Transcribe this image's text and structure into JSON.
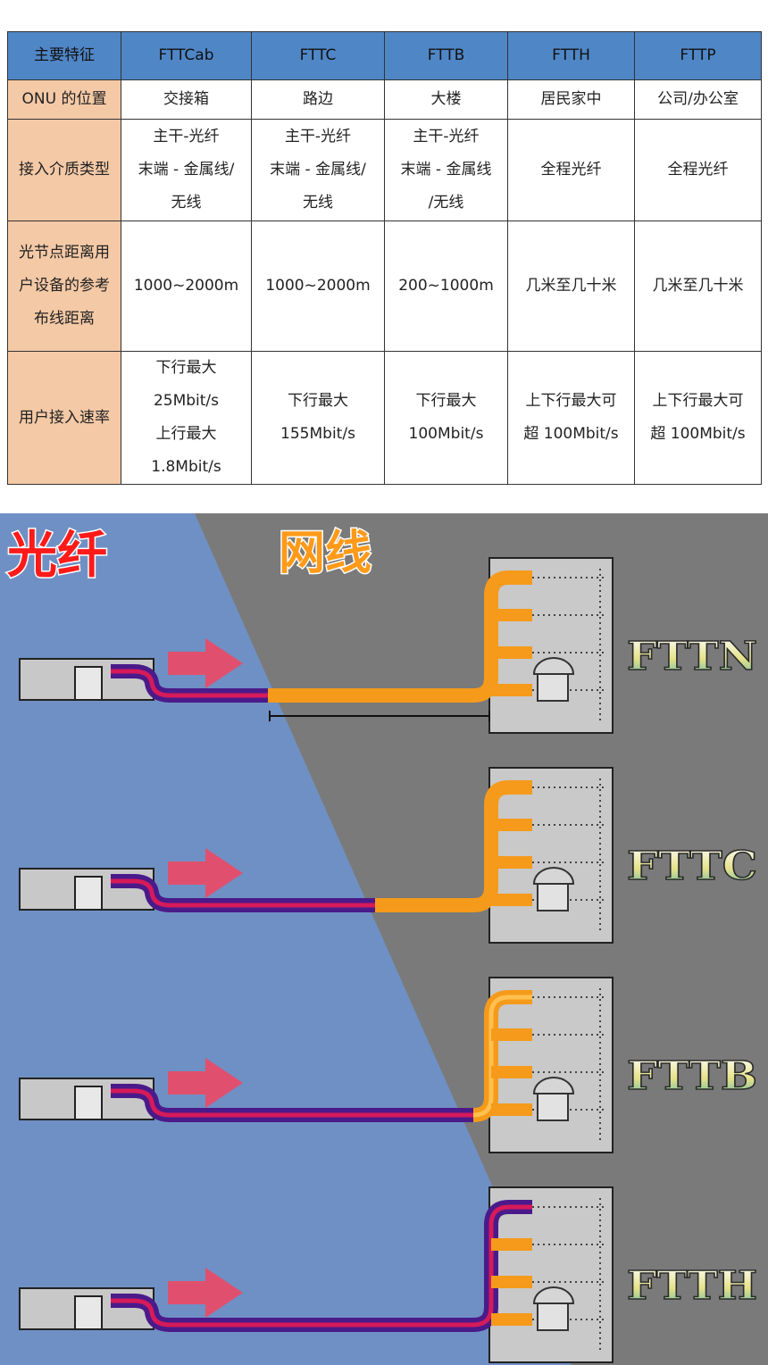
{
  "table": {
    "headers": [
      "主要特征",
      "FTTCab",
      "FTTC",
      "FTTB",
      "FTTH",
      "FTTP"
    ],
    "rows": [
      {
        "label": [
          "ONU 的位置"
        ],
        "cells": [
          [
            "交接箱"
          ],
          [
            "路边"
          ],
          [
            "大楼"
          ],
          [
            "居民家中"
          ],
          [
            "公司/办公室"
          ]
        ]
      },
      {
        "label": [
          "接入介质类型"
        ],
        "cells": [
          [
            "主干-光纤",
            "末端 - 金属线/",
            "无线"
          ],
          [
            "主干-光纤",
            "末端 - 金属线/",
            "无线"
          ],
          [
            "主干-光纤",
            "末端 - 金属线",
            "/无线"
          ],
          [
            "全程光纤"
          ],
          [
            "全程光纤"
          ]
        ]
      },
      {
        "label": [
          "光节点距离用",
          "户设备的参考",
          "布线距离"
        ],
        "cells": [
          [
            "1000~2000m"
          ],
          [
            "1000~2000m"
          ],
          [
            "200~1000m"
          ],
          [
            "几米至几十米"
          ],
          [
            "几米至几十米"
          ]
        ]
      },
      {
        "label": [
          "用户接入速率"
        ],
        "cells": [
          [
            "下行最大",
            "25Mbit/s",
            "上行最大",
            "1.8Mbit/s"
          ],
          [
            "下行最大",
            "155Mbit/s"
          ],
          [
            "下行最大",
            "100Mbit/s"
          ],
          [
            "上下行最大可",
            "超 100Mbit/s"
          ],
          [
            "上下行最大可",
            "超 100Mbit/s"
          ]
        ]
      }
    ]
  },
  "diagram": {
    "fiber_label": "光纤",
    "cable_label": "网线",
    "rows": [
      {
        "label": "FTTN"
      },
      {
        "label": "FTTC"
      },
      {
        "label": "FTTB"
      },
      {
        "label": "FTTH"
      }
    ],
    "colors": {
      "fiber_bg": "#6f90c4",
      "cable_bg": "#7a7a7a",
      "fiber_line": "#4a1a8a",
      "fiber_core": "#d61a5a",
      "cable_line": "#f59a1a",
      "arrow": "#e0506e",
      "fiber_title": "#ff1a1a",
      "cable_title": "#ff9a1a"
    }
  }
}
